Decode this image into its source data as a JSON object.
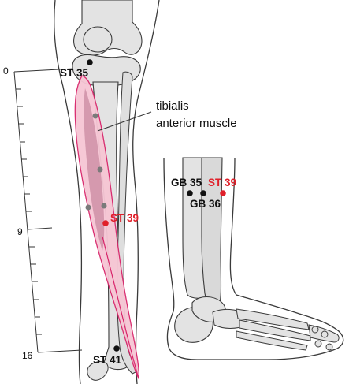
{
  "scale": {
    "ticks": [
      "0",
      "9",
      "16"
    ]
  },
  "leg_points": {
    "st35": "ST 35",
    "st39": "ST 39",
    "st41": "ST 41"
  },
  "muscle_label": {
    "line1": "tibialis",
    "line2": "anterior muscle"
  },
  "foot_points": {
    "gb35": "GB 35",
    "st39": "ST 39",
    "gb36": "GB 36"
  },
  "colors": {
    "outline": "#3a3a3a",
    "bone_fill": "#e3e3e3",
    "muscle_fill": "#f6c6d4",
    "muscle_stroke": "#d8246a",
    "tendon_fill": "#c98aa0",
    "point_black": "#111111",
    "point_red": "#e0202a",
    "guide_point": "#7a7a7a"
  }
}
